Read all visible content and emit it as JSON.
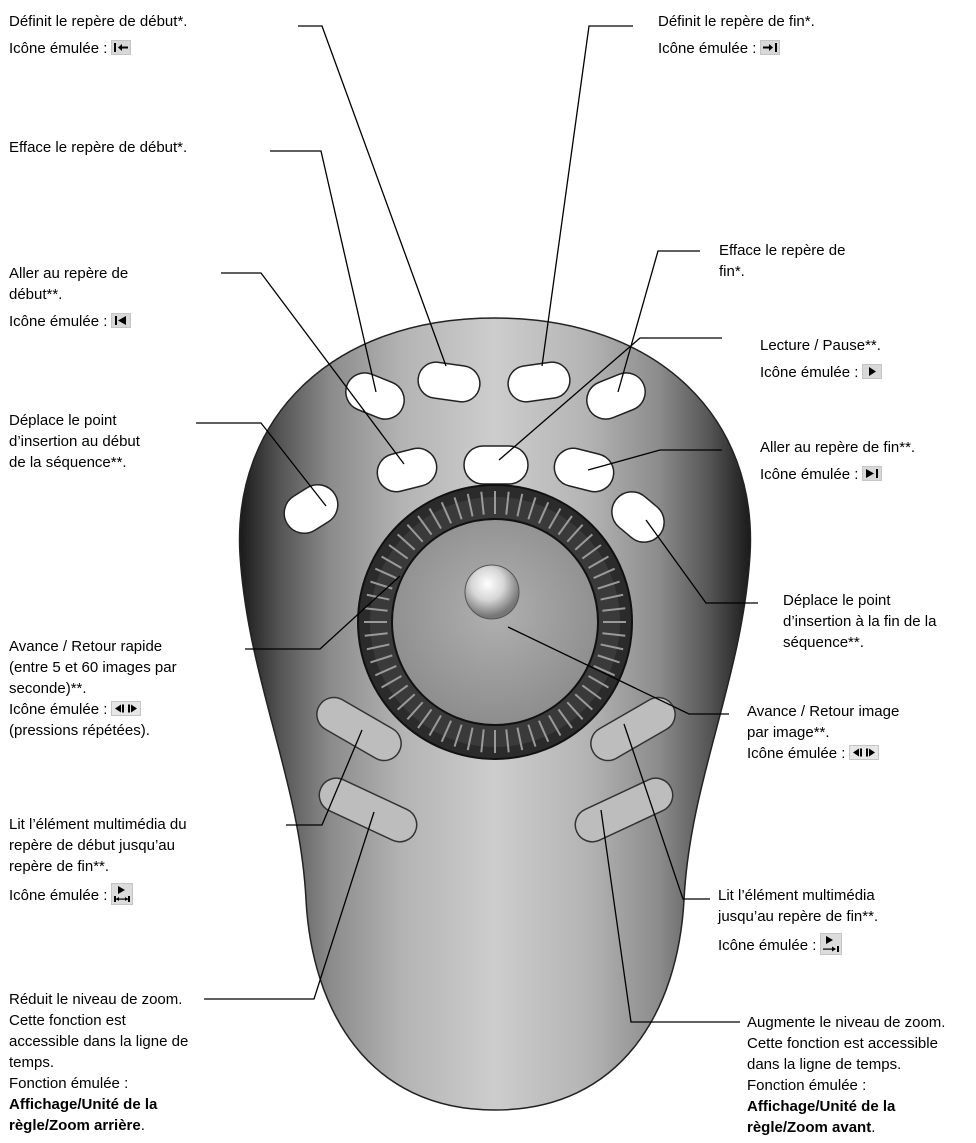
{
  "labels": {
    "set_in": {
      "text": "Définit le repère de début*.",
      "emulated_prefix": "Icône émulée :",
      "icon": "set-in-point-icon"
    },
    "set_out": {
      "text": "Définit le repère de fin*.",
      "emulated_prefix": "Icône émulée :",
      "icon": "set-out-point-icon"
    },
    "clear_in": {
      "text": "Efface le repère de début*."
    },
    "clear_out": {
      "lines": [
        "Efface le repère de",
        "fin*."
      ]
    },
    "goto_in": {
      "lines": [
        "Aller au repère de",
        "début**."
      ],
      "emulated_prefix": "Icône émulée :",
      "icon": "go-to-in-point-icon"
    },
    "play_pause": {
      "text": "Lecture / Pause**.",
      "emulated_prefix": "Icône émulée :",
      "icon": "play-icon"
    },
    "seq_start": {
      "lines": [
        "Déplace le point",
        "d’insertion au début",
        "de la séquence**."
      ]
    },
    "goto_out": {
      "text": "Aller au repère de fin**.",
      "emulated_prefix": "Icône émulée :",
      "icon": "go-to-out-point-icon"
    },
    "seq_end": {
      "lines": [
        "Déplace le point",
        "d’insertion à la fin de la",
        "séquence**."
      ]
    },
    "shuttle": {
      "lines": [
        "Avance / Retour rapide",
        "(entre 5 et 60 images par",
        "seconde)**."
      ],
      "emulated_prefix": "Icône émulée :",
      "icon": "frame-back-forward-icon",
      "note": "(pressions répétées)."
    },
    "jog": {
      "lines": [
        "Avance / Retour image",
        "par image**."
      ],
      "emulated_prefix": "Icône émulée :",
      "icon": "frame-back-forward-icon"
    },
    "play_in_to_out": {
      "lines": [
        "Lit l’élément multimédia du",
        "repère de début jusqu’au",
        "repère de fin**."
      ],
      "emulated_prefix": "Icône émulée :",
      "icon": "play-in-to-out-icon"
    },
    "play_to_out": {
      "lines": [
        "Lit l’élément multimédia",
        "jusqu’au repère de fin**."
      ],
      "emulated_prefix": "Icône émulée :",
      "icon": "play-to-out-icon"
    },
    "zoom_out": {
      "lines": [
        "Réduit le niveau de zoom.",
        "Cette fonction est",
        "accessible dans la ligne de",
        "temps.",
        "Fonction émulée :"
      ],
      "bold_lines": [
        "Affichage/Unité de la",
        "règle/Zoom arrière"
      ],
      "bold_suffix": "."
    },
    "zoom_in": {
      "lines": [
        "Augmente le niveau de zoom.",
        "Cette fonction est accessible",
        "dans la ligne de temps.",
        "Fonction émulée :"
      ],
      "bold_lines": [
        "Affichage/Unité de la",
        "règle/Zoom avant"
      ],
      "bold_suffix": "."
    }
  },
  "colors": {
    "body_light": "#c8c8c8",
    "body_dark": "#1e1e1e",
    "button_fill": "#ffffff",
    "ring_dark": "#2a2a2a",
    "jog_center": "#9a9a9a",
    "leader_line": "#000000"
  }
}
